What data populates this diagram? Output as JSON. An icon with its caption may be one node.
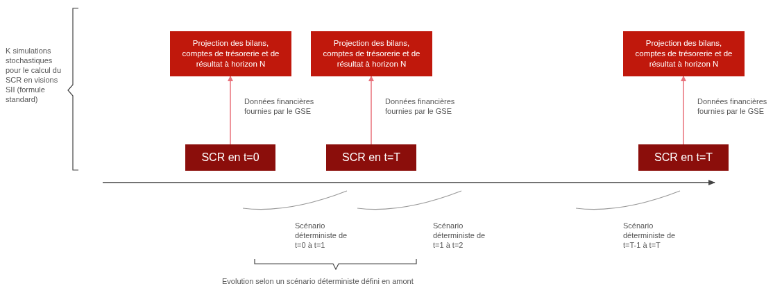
{
  "diagram": {
    "nodes": [
      {
        "text": [
          "Projection des bilans, comptes de trésorerie et de résultat à horizon N"
        ]
      },
      {
        "text": [
          "Projection des bilans, comptes de trésorerie et de résultat à horizon N"
        ]
      },
      {
        "text": [
          "Projection des bilans, comptes de trésorerie et de résultat à horizon N"
        ]
      },
      {
        "text": [
          "SCR en t=0"
        ]
      },
      {
        "text": [
          "SCR en t=T"
        ]
      },
      {
        "text": [
          "SCR en t=T"
        ]
      }
    ],
    "edges": [
      {
        "from": 3,
        "to": 0,
        "arrow": "to",
        "label": "Données financières fournies par le GSE"
      },
      {
        "from": 4,
        "to": 1,
        "arrow": "to",
        "label": "Données financières fournies par le GSE"
      },
      {
        "from": 5,
        "to": 2,
        "arrow": "to",
        "label": "Données financières fournies par le GSE"
      }
    ],
    "labels": [
      "K simulations stochastiques pour le calcul du SCR en visions SII (formule standard)",
      "Scénario déterministe de t=0 à t=1",
      "Scénario déterministe de t=1 à t=2",
      "Scénario déterministe de t=T-1 à t=T",
      "Evolution selon un scénario déterministe défini en amont"
    ]
  }
}
